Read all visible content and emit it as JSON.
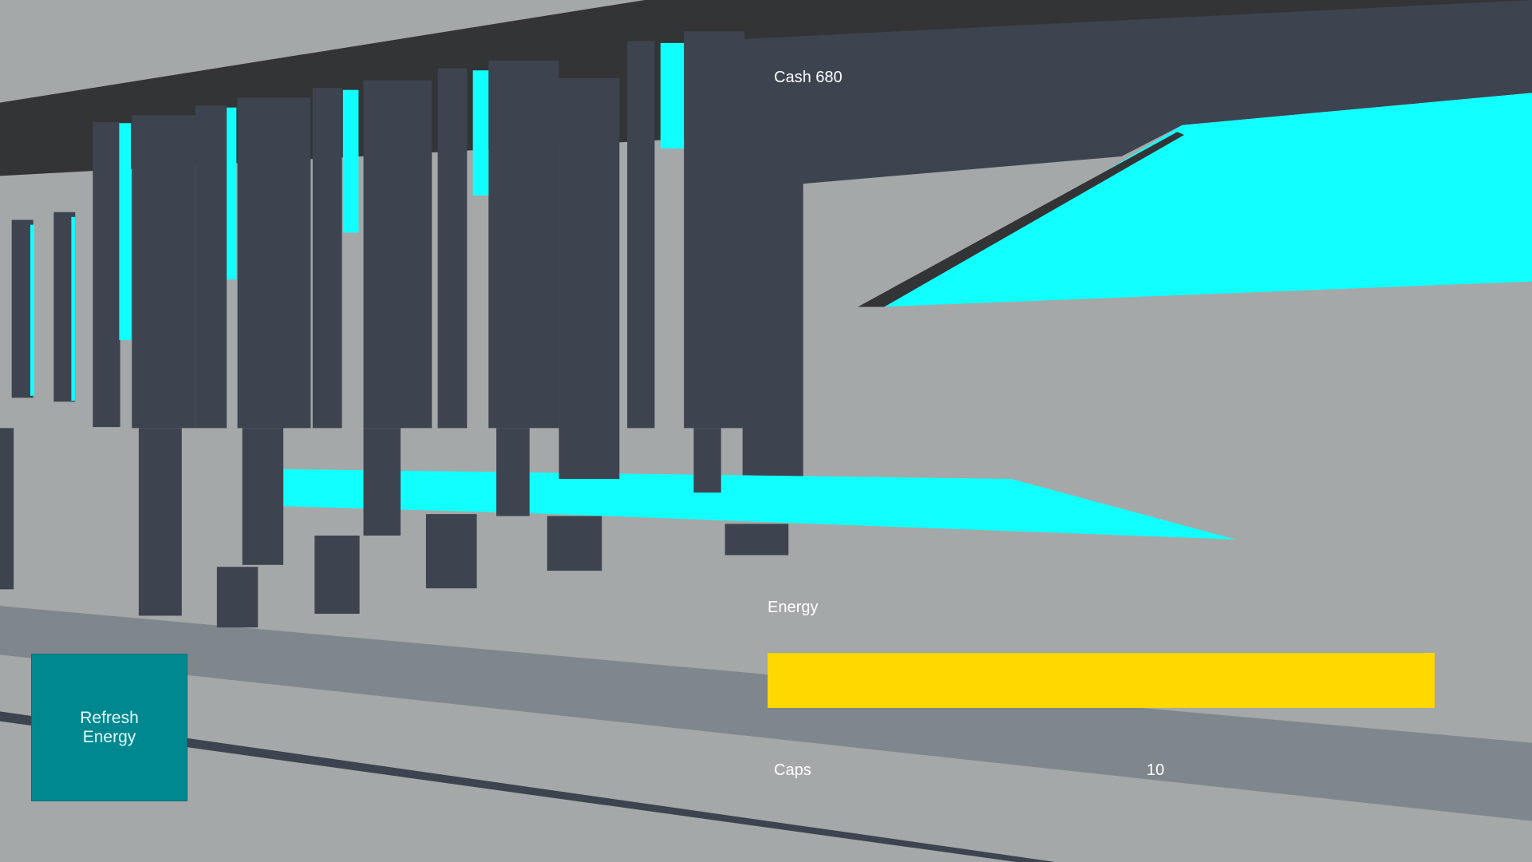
{
  "hud": {
    "cash_label": "Cash 680",
    "energy_label": "Energy",
    "energy_fraction": 1.0,
    "caps_label": "Caps",
    "caps_value": "10"
  },
  "refresh_button": {
    "line1": "Refresh",
    "line2": "Energy"
  },
  "colors": {
    "energy_bar": "#ffd800",
    "button": "#008891",
    "glow": "#12ffff",
    "wall": "#3d4450",
    "floor": "#a5a8a8"
  }
}
